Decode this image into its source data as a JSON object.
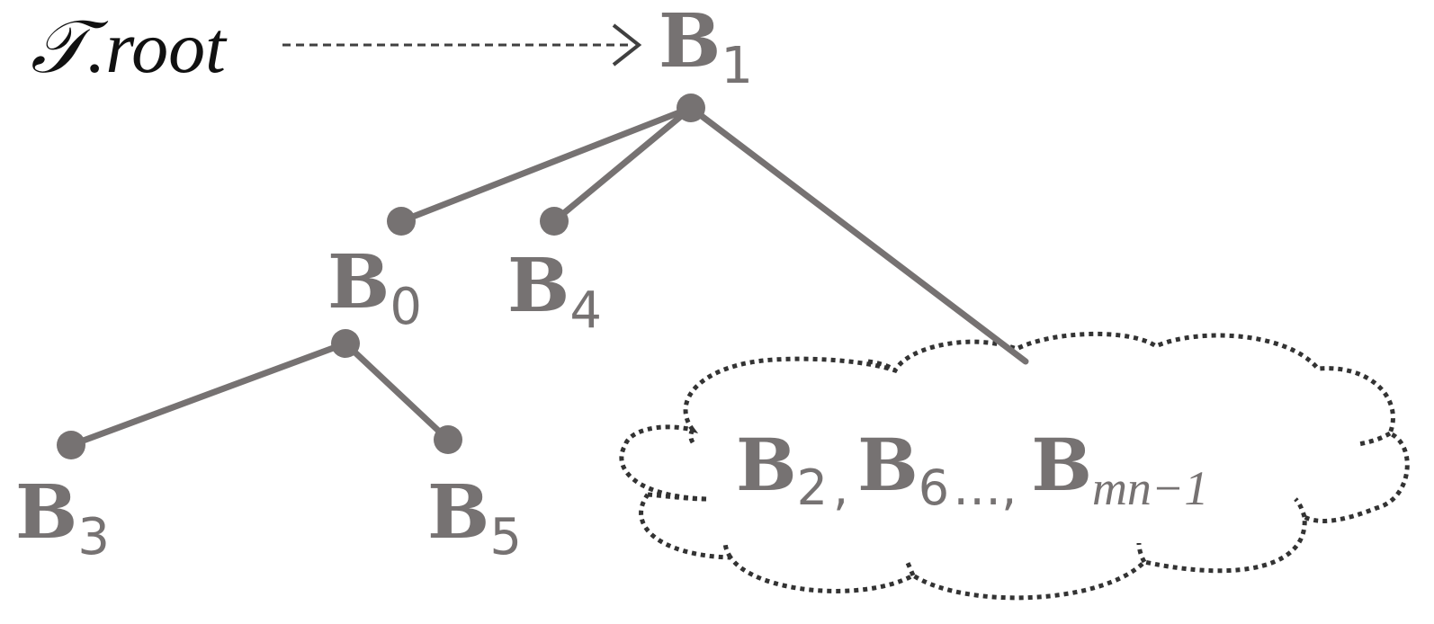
{
  "colors": {
    "node": "#767272",
    "edge": "#767272",
    "label": "#767272",
    "arrow": "#404040",
    "root_text": "#111111",
    "cloud": "#333333"
  },
  "root_pointer": {
    "symbol": "𝒯",
    "text": ".root"
  },
  "nodes": {
    "B1": {
      "name": "B",
      "sub": "1"
    },
    "B0": {
      "name": "B",
      "sub": "0"
    },
    "B4": {
      "name": "B",
      "sub": "4"
    },
    "B3": {
      "name": "B",
      "sub": "3"
    },
    "B5": {
      "name": "B",
      "sub": "5"
    }
  },
  "cloud": {
    "items": [
      {
        "name": "B",
        "sub": "2"
      },
      {
        "name": "B",
        "sub": "6"
      },
      {
        "name": "B",
        "sub": "mn−1"
      }
    ],
    "separator": ",",
    "ellipsis": "…,"
  }
}
